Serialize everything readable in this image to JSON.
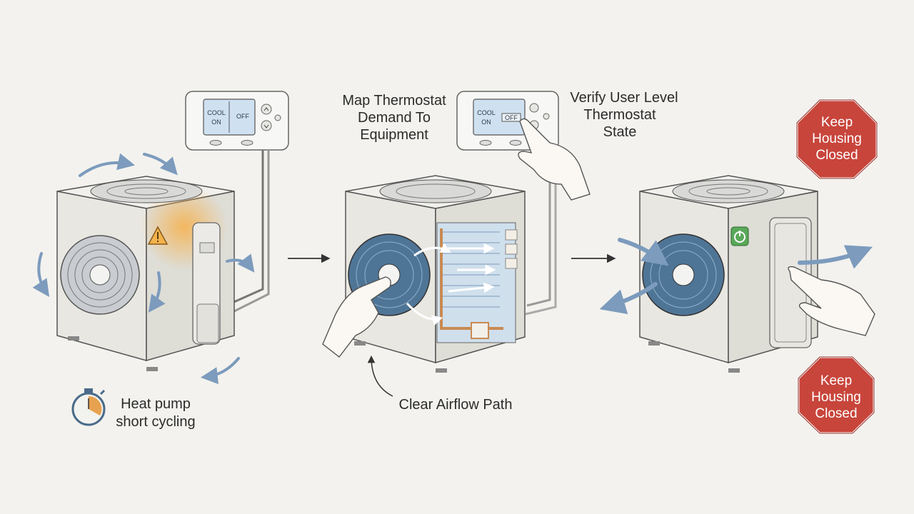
{
  "colors": {
    "background": "#f3f2ee",
    "unit_body": "#eceae4",
    "outline": "#5a5a5a",
    "fan_blue": "#5b7d9c",
    "arrow_blue": "#7c9bbd",
    "warning_orange": "#f0a040",
    "sign_red": "#c8453b",
    "power_green": "#4a9a4a",
    "coil_blue": "#a9c4dc",
    "copper": "#c98a52"
  },
  "step1": {
    "thermostat": {
      "mode": "COOL",
      "state": "ON",
      "button": "OFF"
    },
    "warning_icon": "warning-triangle-icon",
    "timer_icon": "stopwatch-icon",
    "caption_line1": "Heat pump",
    "caption_line2": "short cycling"
  },
  "step2": {
    "label_line1": "Map Thermostat",
    "label_line2": "Demand To",
    "label_line3": "Equipment",
    "caption": "Clear Airflow Path"
  },
  "step3": {
    "thermostat": {
      "mode": "COOL",
      "state": "ON",
      "button": "OFF"
    },
    "label_line1": "Verify User Level",
    "label_line2": "Thermostat",
    "label_line3": "State",
    "power_icon": "power-icon",
    "sign_top": {
      "line1": "Keep",
      "line2": "Housing",
      "line3": "Closed"
    },
    "sign_bottom": {
      "line1": "Keep",
      "line2": "Housing",
      "line3": "Closed"
    }
  }
}
